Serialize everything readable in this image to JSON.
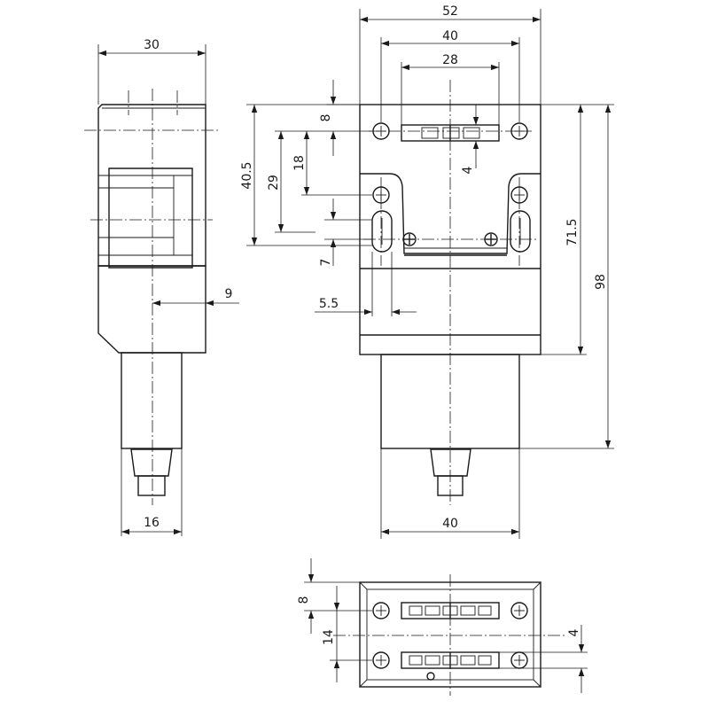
{
  "drawing": {
    "side_view": {
      "dims": {
        "width_top": "30",
        "depth": "9",
        "shaft_width": "16"
      }
    },
    "front_view": {
      "dims": {
        "overall_width": "52",
        "hole_spacing": "40",
        "slot_width": "28",
        "top_offset": "8",
        "slot_height": "4",
        "height_40_5": "40.5",
        "height_29": "29",
        "height_18": "18",
        "slot_7": "7",
        "offset_5_5": "5.5",
        "height_71_5": "71.5",
        "overall_height": "98",
        "bottom_width": "40"
      }
    },
    "top_view": {
      "dims": {
        "edge_8": "8",
        "pitch_14": "14",
        "slot_4": "4"
      }
    }
  }
}
